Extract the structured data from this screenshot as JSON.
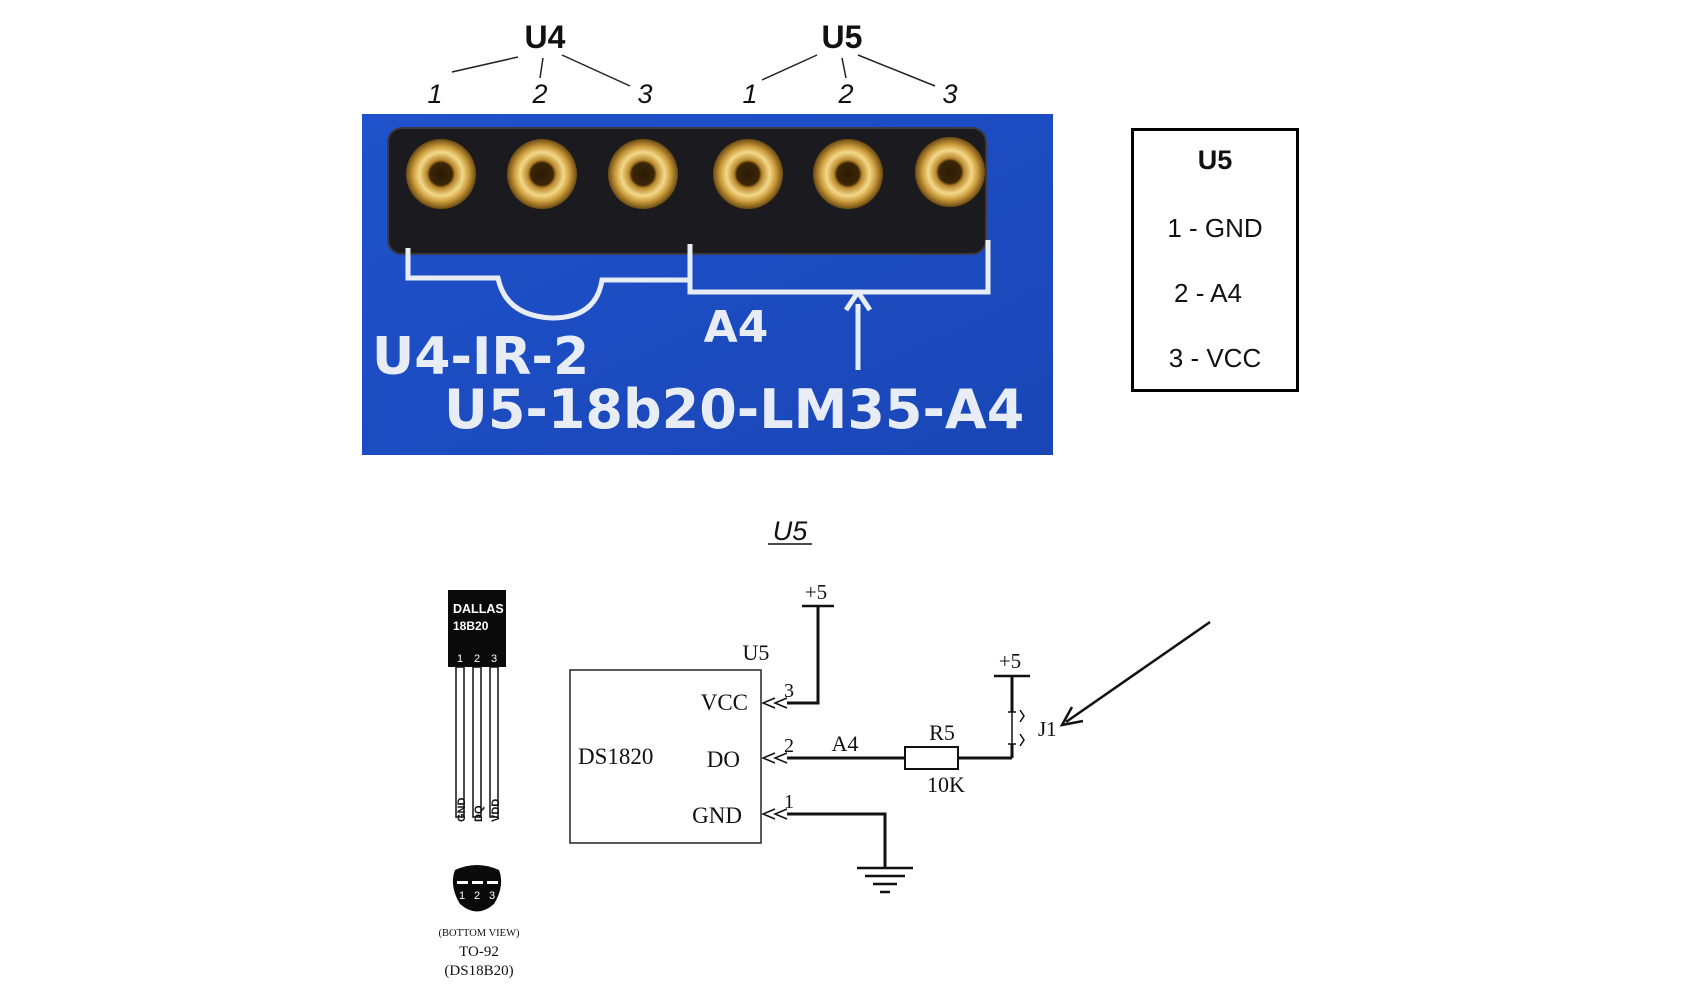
{
  "header": {
    "u4_label": "U4",
    "u5_label": "U5",
    "u4_pins": [
      "1",
      "2",
      "3"
    ],
    "u5_pins": [
      "1",
      "2",
      "3"
    ]
  },
  "pcb": {
    "silk_a4": "A4",
    "silk_u4": "U4-IR-2",
    "silk_u5": "U5-18b20-LM35-A4",
    "board_color": "#1e50c8",
    "silk_color": "#e8edf5"
  },
  "pinout": {
    "title": "U5",
    "lines": [
      "1 - GND",
      "2 - A4",
      "3 - VCC"
    ]
  },
  "schematic": {
    "title": "U5",
    "ref": "U5",
    "part": "DS1820",
    "pins": [
      {
        "num": "3",
        "name": "VCC"
      },
      {
        "num": "2",
        "name": "DO"
      },
      {
        "num": "1",
        "name": "GND"
      }
    ],
    "net_a4": "A4",
    "supply_vcc": "+5",
    "supply_pullup": "+5",
    "resistor_ref": "R5",
    "resistor_value": "10K",
    "jumper_ref": "J1"
  },
  "package": {
    "brand": "DALLAS",
    "model": "18B20",
    "pin_nums": [
      "1",
      "2",
      "3"
    ],
    "leg_labels": [
      "GND",
      "DQ",
      "VDD"
    ],
    "bottom_view": "(BOTTOM VIEW)",
    "package_name": "TO-92",
    "part_name": "(DS18B20)"
  }
}
